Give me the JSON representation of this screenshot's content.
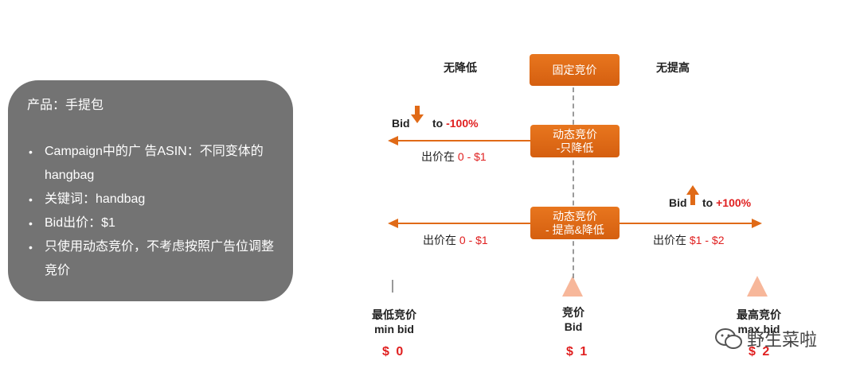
{
  "card": {
    "title": "产品：手提包",
    "items": [
      "Campaign中的广 告ASIN：不同变体的hangbag",
      "关键词：handbag",
      "Bid出价：$1",
      "只使用动态竞价，不考虑按照广告位调整竞价"
    ]
  },
  "diagram": {
    "no_lower": "无降低",
    "no_raise": "无提高",
    "fixed_bid": "固定竞价",
    "dynamic_down": {
      "line1": "动态竞价",
      "line2": "-只降低"
    },
    "dynamic_updown": {
      "line1": "动态竞价",
      "line2": "- 提高&降低"
    },
    "bid_down": {
      "bid": "Bid",
      "to": "to",
      "value": "-100%"
    },
    "bid_up": {
      "bid": "Bid",
      "to": "to",
      "value": "+100%"
    },
    "range_down": {
      "prefix": "出价在",
      "value": "0  - $1"
    },
    "range_left": {
      "prefix": "出价在",
      "value": "0  - $1"
    },
    "range_right": {
      "prefix": "出价在",
      "value": "$1 - $2"
    },
    "axis": [
      {
        "cn": "最低竞价",
        "en": "min bid",
        "price": "$ 0"
      },
      {
        "cn": "竞价",
        "en": "Bid",
        "price": "$ 1"
      },
      {
        "cn": "最高竞价",
        "en": "max bid",
        "price": "$ 2"
      }
    ]
  },
  "watermark": "野生菜啦",
  "colors": {
    "accent": "#e06a17",
    "red": "#e02020",
    "card": "#737373"
  }
}
